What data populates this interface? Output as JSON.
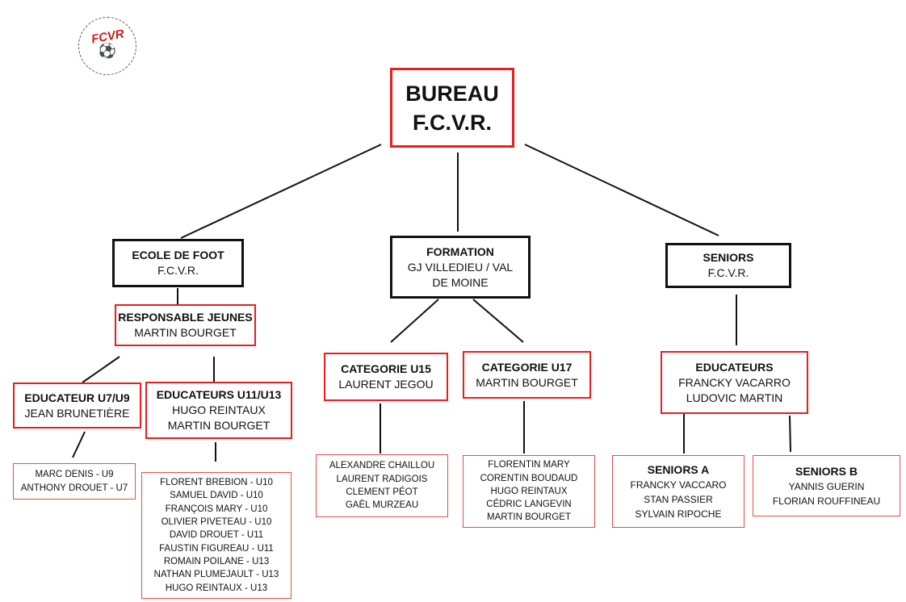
{
  "logo": {
    "text": "FCVR",
    "icon": "soccer-player-icon",
    "accent": "#d61a1a"
  },
  "colors": {
    "red_border": "#ee1c1c",
    "black_border": "#111111"
  },
  "root": {
    "lines": [
      "BUREAU",
      "F.C.V.R."
    ]
  },
  "ecole": {
    "title": "ECOLE DE FOOT",
    "sub": "F.C.V.R."
  },
  "formation": {
    "title": "FORMATION",
    "lines": [
      "GJ VILLEDIEU / VAL",
      "DE MOINE"
    ]
  },
  "seniors": {
    "title": "SENIORS",
    "sub": "F.C.V.R."
  },
  "resp_jeunes": {
    "title": "RESPONSABLE JEUNES",
    "name": "MARTIN BOURGET"
  },
  "edu_u7": {
    "title": "EDUCATEUR U7/U9",
    "name": "JEAN BRUNETIÈRE"
  },
  "edu_u11": {
    "title": "EDUCATEURS U11/U13",
    "names": [
      "HUGO REINTAUX",
      "MARTIN BOURGET"
    ]
  },
  "u7_list": [
    "MARC DENIS - U9",
    "ANTHONY DROUET - U7"
  ],
  "u11_list": [
    "FLORENT BREBION - U10",
    "SAMUEL DAVID - U10",
    "FRANÇOIS MARY - U10",
    "OLIVIER PIVETEAU - U10",
    "DAVID DROUET - U11",
    "FAUSTIN FIGUREAU - U11",
    "ROMAIN POILANE - U13",
    "NATHAN PLUMEJAULT - U13",
    "HUGO REINTAUX - U13"
  ],
  "cat_u15": {
    "title": "CATEGORIE U15",
    "name": "LAURENT JEGOU"
  },
  "cat_u17": {
    "title": "CATEGORIE U17",
    "name": "MARTIN BOURGET"
  },
  "u15_list": [
    "ALEXANDRE CHAILLOU",
    "LAURENT RADIGOIS",
    "CLEMENT PÉOT",
    "GAËL MURZEAU"
  ],
  "u17_list": [
    "FLORENTIN MARY",
    "CORENTIN BOUDAUD",
    "HUGO REINTAUX",
    "CÉDRIC LANGEVIN",
    "MARTIN BOURGET"
  ],
  "edu_seniors": {
    "title": "EDUCATEURS",
    "names": [
      "FRANCKY VACARRO",
      "LUDOVIC MARTIN"
    ]
  },
  "seniors_a": {
    "title": "SENIORS A",
    "names": [
      "FRANCKY VACCARO",
      "STAN PASSIER",
      "SYLVAIN RIPOCHE"
    ]
  },
  "seniors_b": {
    "title": "SENIORS B",
    "names": [
      "YANNIS GUERIN",
      "FLORIAN ROUFFINEAU"
    ]
  }
}
